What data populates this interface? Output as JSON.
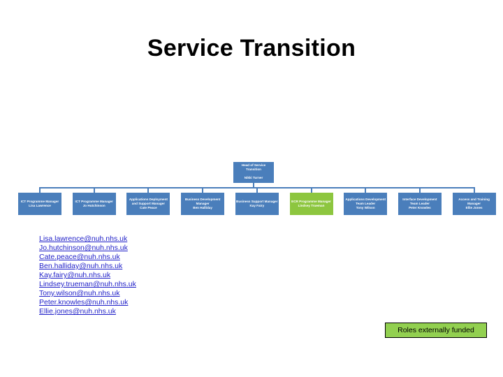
{
  "slide": {
    "title": "Service Transition",
    "background_color": "#ffffff",
    "box_color": "#4a7ebb",
    "highlight_color": "#8dc63f",
    "legend_color": "#92d050",
    "link_color": "#1f1fc8"
  },
  "org_chart": {
    "root": {
      "title": "Head of Service Transition",
      "name": "Nikki Turner",
      "funding": "internal"
    },
    "children": [
      {
        "title": "ICT Programme Manager",
        "name": "Lisa Lawrence",
        "funding": "internal"
      },
      {
        "title": "ICT Programme Manager",
        "name": "Jo Hutchinson",
        "funding": "internal"
      },
      {
        "title": "Applications Deployment and Support Manager",
        "name": "Cate Peace",
        "funding": "internal"
      },
      {
        "title": "Business Development Manager",
        "name": "Ben Halliday",
        "funding": "internal"
      },
      {
        "title": "Business Support Manager",
        "name": "Kay Fairy",
        "funding": "internal"
      },
      {
        "title": "ECR Programme Manager",
        "name": "Lindsey Trueman",
        "funding": "external"
      },
      {
        "title": "Applications Development Team Leader",
        "name": "Tony Wilson",
        "funding": "internal"
      },
      {
        "title": "Interface Development Team Leader",
        "name": "Peter Knowles",
        "funding": "internal"
      },
      {
        "title": "Access and Training Manager",
        "name": "Ellie Jones",
        "funding": "internal"
      }
    ]
  },
  "emails": [
    "Lisa.lawrence@nuh.nhs.uk",
    "Jo.hutchinson@nuh.nhs.uk",
    "Cate.peace@nuh.nhs.uk",
    "Ben.halliday@nuh.nhs.uk",
    "Kay.fairy@nuh.nhs.uk",
    "Lindsey.trueman@nuh.nhs.uk",
    "Tony.wilson@nuh.nhs.uk",
    "Peter.knowles@nuh.nhs.uk",
    "Ellie.jones@nuh.nhs.uk"
  ],
  "legend": {
    "label": "Roles externally funded"
  }
}
